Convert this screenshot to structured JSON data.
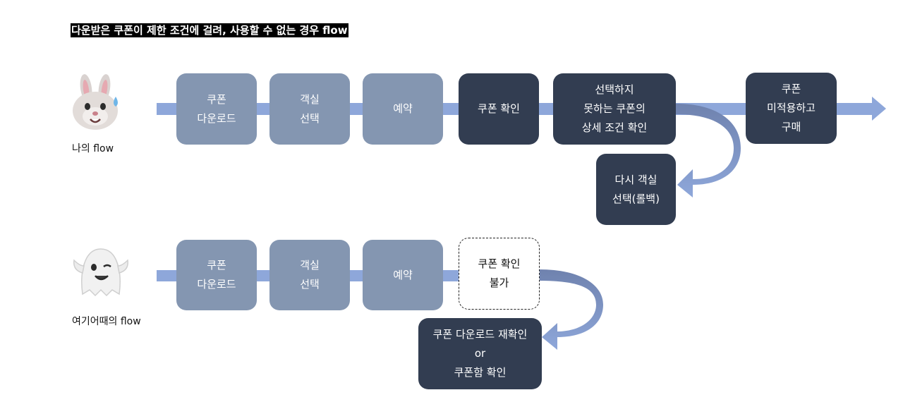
{
  "title": "다운받은 쿠폰이 제한 조건에 걸려, 사용할 수 없는 경우 flow",
  "flows": [
    {
      "label": "나의 flow",
      "avatar_icon": "bunny-emoji-icon",
      "steps": [
        "쿠폰\n다운로드",
        "객실\n선택",
        "예약",
        "쿠폰 확인",
        "선택하지\n못하는 쿠폰의\n상세 조건 확인",
        "쿠폰\n미적용하고\n구매"
      ],
      "branch": "다시 객실\n선택(롤백)"
    },
    {
      "label": "여기어때의 flow",
      "avatar_icon": "ghost-emoji-icon",
      "steps": [
        "쿠폰\n다운로드",
        "객실\n선택",
        "예약",
        "쿠폰 확인\n불가"
      ],
      "branch": "쿠폰 다운로드 재확인\nor\n쿠폰함 확인"
    }
  ],
  "colors": {
    "light_box": "#8496b1",
    "dark_box": "#323d51",
    "arrow": "#8ea7da",
    "curve_arrow": "#7387b5"
  }
}
